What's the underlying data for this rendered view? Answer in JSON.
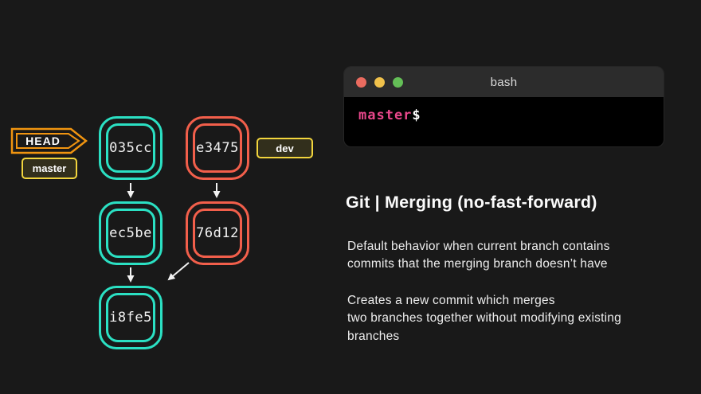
{
  "colors": {
    "background": "#191919",
    "teal_branch": "#2be0c3",
    "red_branch": "#f25f4b",
    "badge_yellow": "#f2d53d",
    "head_orange": "#f09410",
    "prompt_pink": "#e8478b",
    "arrow_white": "#f2f2f2",
    "terminal_bar": "#2c2c2c",
    "terminal_body": "#000000",
    "traffic_red": "#ea6b5f",
    "traffic_yellow": "#f0c14b",
    "traffic_green": "#64bf57"
  },
  "diagram": {
    "head_label": "HEAD",
    "master_label": "master",
    "dev_label": "dev",
    "nodes": [
      {
        "id": "035cc",
        "branch_color": "teal"
      },
      {
        "id": "e3475",
        "branch_color": "red"
      },
      {
        "id": "ec5be",
        "branch_color": "teal"
      },
      {
        "id": "76d12",
        "branch_color": "red"
      },
      {
        "id": "i8fe5",
        "branch_color": "teal"
      }
    ],
    "edges": [
      "035cc->ec5be",
      "e3475->76d12",
      "ec5be->i8fe5",
      "76d12->i8fe5"
    ]
  },
  "terminal": {
    "title": "bash",
    "prompt_branch": "master",
    "prompt_symbol": "$"
  },
  "content": {
    "title": "Git | Merging (no-fast-forward)",
    "paragraph1": "Default behavior when current branch contains\ncommits that the merging branch doesn’t have",
    "paragraph2": "Creates a new commit which merges\ntwo branches together without modifying existing\nbranches"
  }
}
